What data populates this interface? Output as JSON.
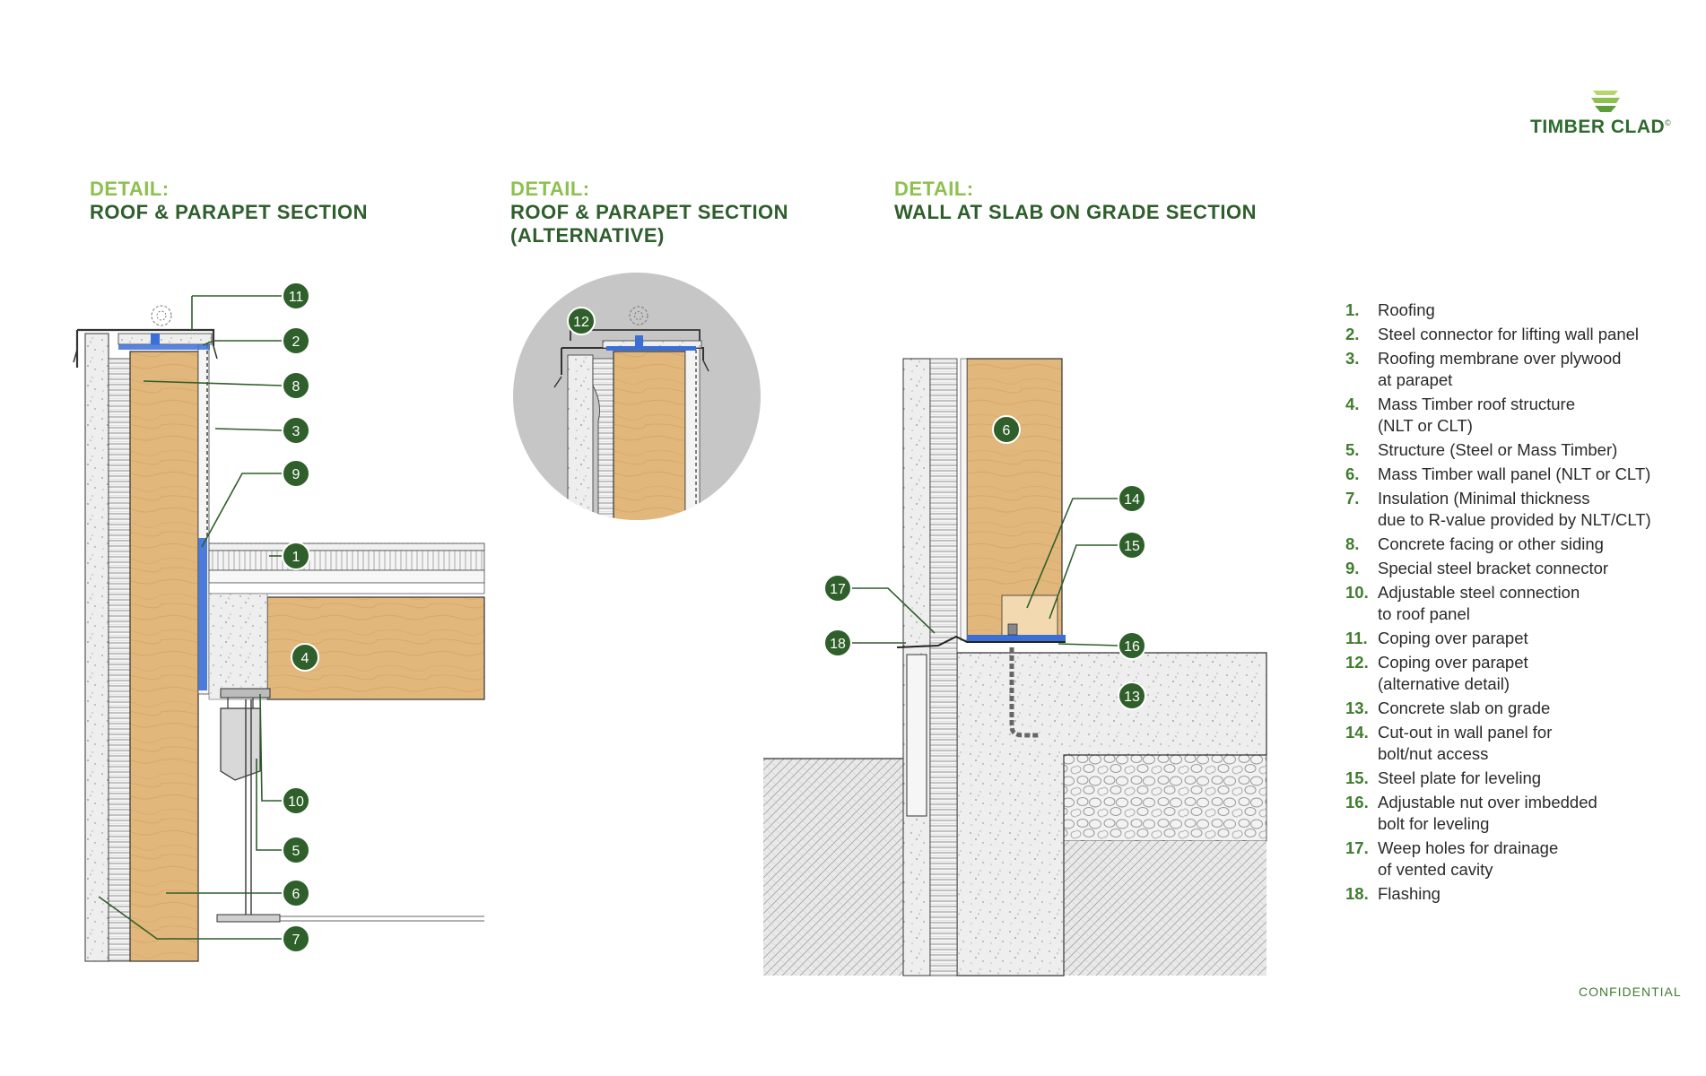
{
  "brand": {
    "name": "TIMBER CLAD",
    "mark": "©"
  },
  "details": [
    {
      "kicker": "DETAIL:",
      "title_lines": [
        "ROOF & PARAPET SECTION"
      ]
    },
    {
      "kicker": "DETAIL:",
      "title_lines": [
        "ROOF & PARAPET SECTION",
        "(ALTERNATIVE)"
      ]
    },
    {
      "kicker": "DETAIL:",
      "title_lines": [
        "WALL AT SLAB ON GRADE SECTION"
      ]
    }
  ],
  "callouts": {
    "d1": [
      "11",
      "2",
      "8",
      "3",
      "9",
      "1",
      "4",
      "10",
      "5",
      "6",
      "7"
    ],
    "d2": [
      "12"
    ],
    "d3": [
      "6",
      "14",
      "15",
      "17",
      "18",
      "16",
      "13"
    ]
  },
  "legend": [
    {
      "num": "1.",
      "lines": [
        "Roofing"
      ]
    },
    {
      "num": "2.",
      "lines": [
        "Steel connector for lifting wall panel"
      ]
    },
    {
      "num": "3.",
      "lines": [
        "Roofing membrane over plywood",
        "at parapet"
      ]
    },
    {
      "num": "4.",
      "lines": [
        "Mass Timber roof structure",
        "(NLT or CLT)"
      ]
    },
    {
      "num": "5.",
      "lines": [
        "Structure (Steel or Mass Timber)"
      ]
    },
    {
      "num": "6.",
      "lines": [
        "Mass Timber wall panel (NLT or CLT)"
      ]
    },
    {
      "num": "7.",
      "lines": [
        "Insulation (Minimal thickness",
        "due to R-value provided by NLT/CLT)"
      ]
    },
    {
      "num": "8.",
      "lines": [
        "Concrete facing or other siding"
      ]
    },
    {
      "num": "9.",
      "lines": [
        "Special steel bracket connector"
      ]
    },
    {
      "num": "10.",
      "lines": [
        "Adjustable steel connection",
        "to roof panel"
      ]
    },
    {
      "num": "11.",
      "lines": [
        "Coping over parapet"
      ]
    },
    {
      "num": "12.",
      "lines": [
        "Coping over parapet",
        "(alternative detail)"
      ]
    },
    {
      "num": "13.",
      "lines": [
        "Concrete slab on grade"
      ]
    },
    {
      "num": "14.",
      "lines": [
        "Cut-out in wall panel for",
        "bolt/nut access"
      ]
    },
    {
      "num": "15.",
      "lines": [
        "Steel plate for leveling"
      ]
    },
    {
      "num": "16.",
      "lines": [
        "Adjustable nut over imbedded",
        "bolt for leveling"
      ]
    },
    {
      "num": "17.",
      "lines": [
        "Weep holes for drainage",
        "of vented cavity"
      ]
    },
    {
      "num": "18.",
      "lines": [
        "Flashing"
      ]
    }
  ],
  "footer": {
    "confidential": "CONFIDENTIAL"
  },
  "colors": {
    "accent_green": "#8dc04f",
    "dark_green": "#2e5e2c",
    "badge_green": "#2f5f2a",
    "timber": "#e2b77c",
    "membrane_blue": "#3a6fd8"
  }
}
